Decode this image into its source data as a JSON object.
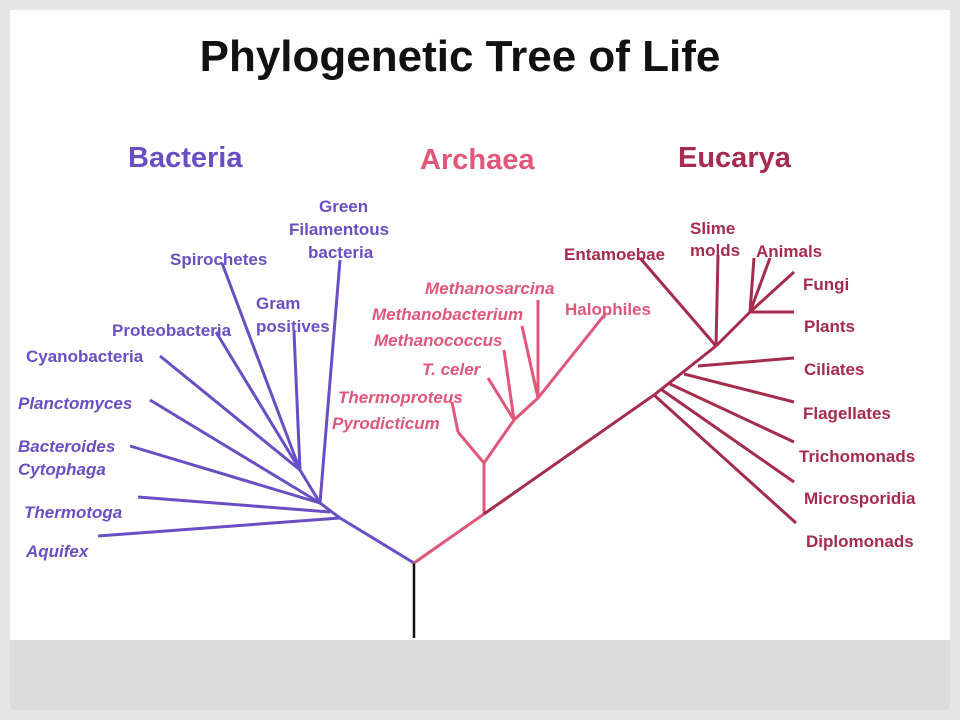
{
  "title": "Phylogenetic Tree of Life",
  "colors": {
    "bacteria": "#6a4fc4",
    "archaea": "#e0577a",
    "eucarya": "#a52c4c",
    "root": "#111111"
  },
  "domains": {
    "bacteria": "Bacteria",
    "archaea": "Archaea",
    "eucarya": "Eucarya"
  },
  "bacteria_labels": {
    "green_1": "Green",
    "green_2": "Filamentous",
    "green_3": "bacteria",
    "spirochetes": "Spirochetes",
    "gram_1": "Gram",
    "gram_2": "positives",
    "proteobacteria": "Proteobacteria",
    "cyanobacteria": "Cyanobacteria",
    "planctomyces": "Planctomyces",
    "bacteroides_1": "Bacteroides",
    "bacteroides_2": "Cytophaga",
    "thermotoga": "Thermotoga",
    "aquifex": "Aquifex"
  },
  "archaea_labels": {
    "methanosarcina": "Methanosarcina",
    "methanobacterium": "Methanobacterium",
    "halophiles": "Halophiles",
    "methanococcus": "Methanococcus",
    "t_celer": "T. celer",
    "thermoproteus": "Thermoproteus",
    "pyrodicticum": "Pyrodicticum"
  },
  "eucarya_labels": {
    "entamoebae": "Entamoebae",
    "slime_1": "Slime",
    "slime_2": "molds",
    "animals": "Animals",
    "fungi": "Fungi",
    "plants": "Plants",
    "ciliates": "Ciliates",
    "flagellates": "Flagellates",
    "trichomonads": "Trichomonads",
    "microsporidia": "Microsporidia",
    "diplomonads": "Diplomonads"
  }
}
